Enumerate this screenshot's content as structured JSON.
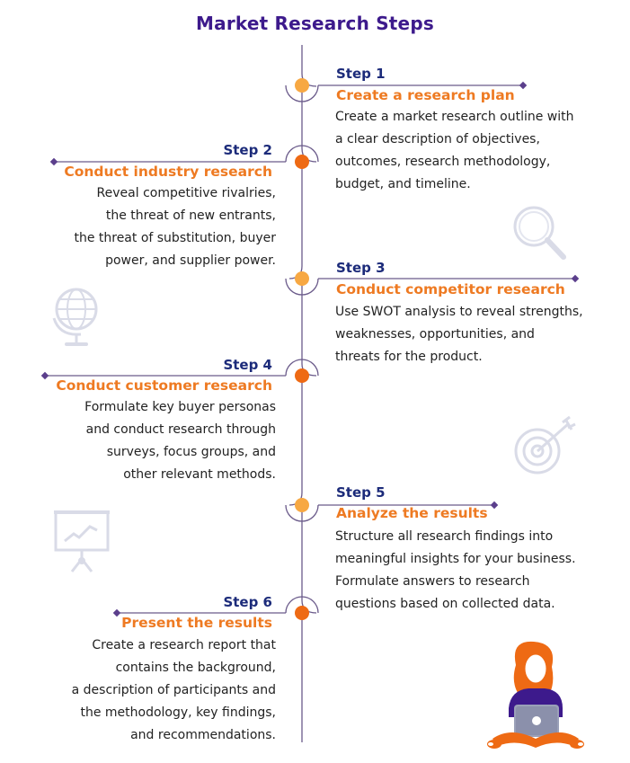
{
  "title": "Market Research Steps",
  "colors": {
    "title": "#3d1a8c",
    "step_label": "#1c2b7a",
    "heading": "#ee7a22",
    "timeline": "#6a5a8a",
    "dot_light": "#f7a843",
    "dot_dark": "#ee6a14"
  },
  "steps": [
    {
      "label": "Step 1",
      "heading": "Create a research plan",
      "lines": [
        "Create a market research outline with",
        "a clear description of objectives,",
        "outcomes, research methodology,",
        "budget, and timeline."
      ]
    },
    {
      "label": "Step 2",
      "heading": "Conduct industry research",
      "lines": [
        "Reveal competitive rivalries,",
        "the threat of new entrants,",
        "the threat of substitution, buyer",
        "power, and supplier power."
      ]
    },
    {
      "label": "Step 3",
      "heading": "Conduct competitor research",
      "lines": [
        "Use SWOT analysis to reveal strengths,",
        "weaknesses, opportunities, and",
        "threats for the product."
      ]
    },
    {
      "label": "Step 4",
      "heading": "Conduct customer research",
      "lines": [
        "Formulate key buyer personas",
        "and conduct research through",
        "surveys, focus groups, and",
        "other relevant methods."
      ]
    },
    {
      "label": "Step 5",
      "heading": "Analyze the results",
      "lines": [
        "Structure all research findings into",
        "meaningful insights for your business.",
        "Formulate answers to research",
        "questions based on collected data."
      ]
    },
    {
      "label": "Step 6",
      "heading": "Present the results",
      "lines": [
        "Create a research report that",
        "contains the background,",
        "a description of participants and",
        "the methodology, key findings,",
        "and recommendations."
      ]
    }
  ],
  "decorations": [
    "magnifier-icon",
    "globe-icon",
    "target-icon",
    "presentation-board-icon",
    "person-with-laptop-illustration"
  ]
}
